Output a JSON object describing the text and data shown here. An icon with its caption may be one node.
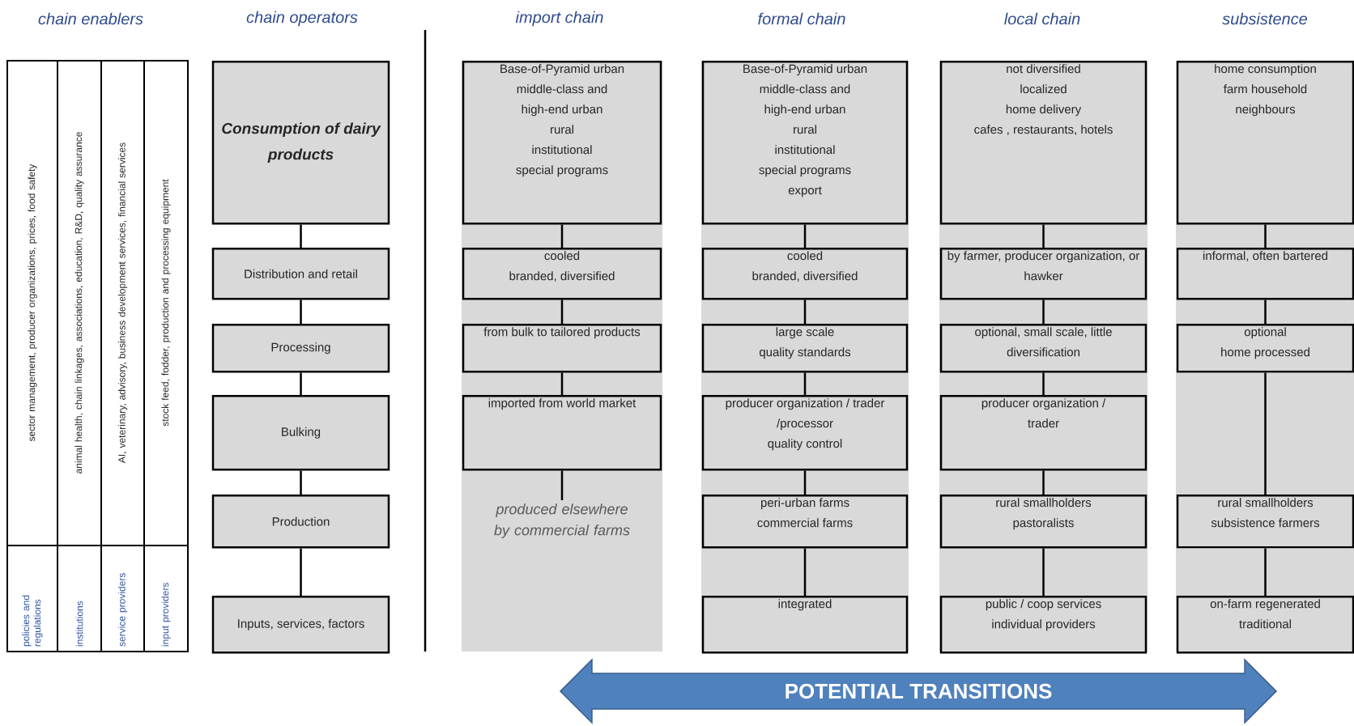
{
  "diagram": {
    "nodes": [
      {
        "text": [
          "Consumption of dairy products"
        ]
      },
      {
        "text": [
          "Distribution and retail"
        ]
      },
      {
        "text": [
          "Processing"
        ]
      },
      {
        "text": [
          "Bulking"
        ]
      },
      {
        "text": [
          "Production"
        ]
      },
      {
        "text": [
          "Inputs, services, factors"
        ]
      },
      {
        "text": [
          "Base-of-Pyramid urban",
          "middle-class and",
          "high-end urban",
          "rural",
          "institutional",
          "special programs"
        ]
      },
      {
        "text": [
          "cooled",
          "branded, diversified"
        ]
      },
      {
        "text": [
          "from bulk to tailored products"
        ]
      },
      {
        "text": [
          "imported from world market"
        ]
      },
      {
        "text": [
          "produced elsewhere by commercial farms"
        ]
      },
      {
        "text": [
          "Base-of-Pyramid urban",
          "middle-class and",
          "high-end urban",
          "rural",
          "institutional",
          "special programs",
          "export"
        ]
      },
      {
        "text": [
          "cooled",
          "branded, diversified"
        ]
      },
      {
        "text": [
          "large scale",
          "quality standards"
        ]
      },
      {
        "text": [
          "producer organization / trader /processor",
          "quality control"
        ]
      },
      {
        "text": [
          "peri-urban farms",
          "commercial farms"
        ]
      },
      {
        "text": [
          "integrated"
        ]
      },
      {
        "text": [
          "not diversified",
          "localized",
          "home delivery",
          "cafes , restaurants, hotels"
        ]
      },
      {
        "text": [
          "by farmer, producer organization, or hawker"
        ]
      },
      {
        "text": [
          "optional, small scale, little diversification"
        ]
      },
      {
        "text": [
          "producer organization /",
          "trader"
        ]
      },
      {
        "text": [
          "rural smallholders",
          "pastoralists"
        ]
      },
      {
        "text": [
          "public / coop services",
          "individual providers"
        ]
      },
      {
        "text": [
          "home consumption",
          "farm household",
          "neighbours"
        ]
      },
      {
        "text": [
          "informal, often bartered"
        ]
      },
      {
        "text": [
          "optional",
          "home processed"
        ]
      },
      {
        "text": [
          "rural smallholders",
          "subsistence farmers"
        ]
      },
      {
        "text": [
          "on-farm regenerated",
          "traditional"
        ]
      },
      {
        "text": [
          "POTENTIAL TRANSITIONS"
        ]
      }
    ],
    "edges": [
      {
        "from": 0,
        "to": 1,
        "arrow": "none"
      },
      {
        "from": 1,
        "to": 2,
        "arrow": "none"
      },
      {
        "from": 2,
        "to": 3,
        "arrow": "none"
      },
      {
        "from": 3,
        "to": 4,
        "arrow": "none"
      },
      {
        "from": 4,
        "to": 5,
        "arrow": "none"
      },
      {
        "from": 6,
        "to": 7,
        "arrow": "none"
      },
      {
        "from": 7,
        "to": 8,
        "arrow": "none"
      },
      {
        "from": 8,
        "to": 9,
        "arrow": "none"
      },
      {
        "from": 9,
        "to": 10,
        "arrow": "none"
      },
      {
        "from": 11,
        "to": 12,
        "arrow": "none"
      },
      {
        "from": 12,
        "to": 13,
        "arrow": "none"
      },
      {
        "from": 13,
        "to": 14,
        "arrow": "none"
      },
      {
        "from": 14,
        "to": 15,
        "arrow": "none"
      },
      {
        "from": 15,
        "to": 16,
        "arrow": "none"
      },
      {
        "from": 17,
        "to": 18,
        "arrow": "none"
      },
      {
        "from": 18,
        "to": 19,
        "arrow": "none"
      },
      {
        "from": 19,
        "to": 20,
        "arrow": "none"
      },
      {
        "from": 20,
        "to": 21,
        "arrow": "none"
      },
      {
        "from": 21,
        "to": 22,
        "arrow": "none"
      },
      {
        "from": 23,
        "to": 24,
        "arrow": "none"
      },
      {
        "from": 24,
        "to": 25,
        "arrow": "none"
      },
      {
        "from": 25,
        "to": 26,
        "arrow": "none"
      },
      {
        "from": 26,
        "to": 27,
        "arrow": "none"
      }
    ],
    "labels": [
      "chain enablers",
      "chain operators",
      "import chain",
      "formal chain",
      "local chain",
      "subsistence",
      "sector management, producer organizations, prices, food safety",
      "animal health, chain linkages, associations, education, R&D, quality assurance",
      "AI, veterinary, advisory, business development services, financial services",
      "stock feed, fodder, production and processing equipment",
      "policies and regulations",
      "institutions",
      "service providers",
      "input providers"
    ]
  }
}
